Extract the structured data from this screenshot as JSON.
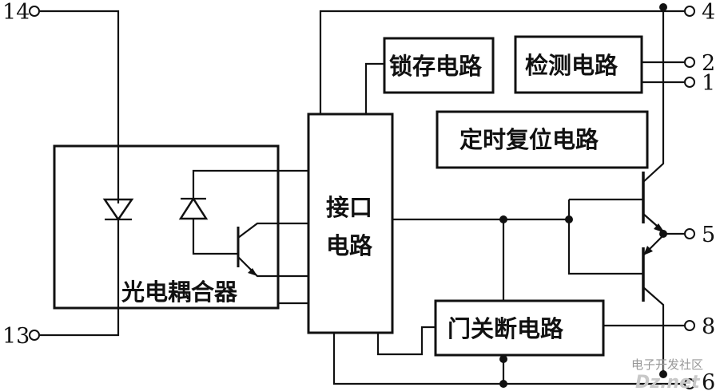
{
  "pins": {
    "p14": "14",
    "p13": "13",
    "p4": "4",
    "p2": "2",
    "p1": "1",
    "p5": "5",
    "p8": "8",
    "p6": "6"
  },
  "blocks": {
    "latch": "锁存电路",
    "detect": "检测电路",
    "timer": "定时复位电路",
    "interface_line1": "接口",
    "interface_line2": "电路",
    "gate_shutdown": "门关断电路",
    "optocoupler": "光电耦合器"
  },
  "watermark": {
    "line1": "电子开发社区",
    "line2": "Dz.net"
  }
}
